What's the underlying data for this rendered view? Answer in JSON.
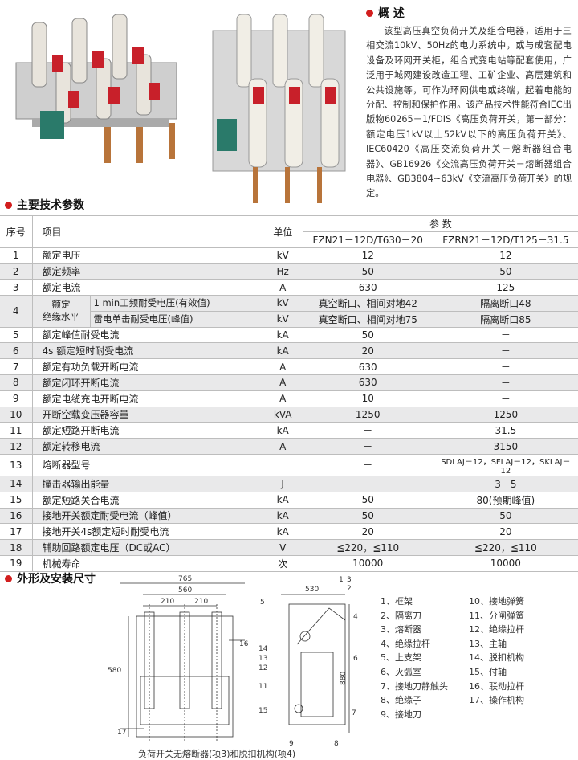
{
  "sections": {
    "overview_title": "概 述",
    "spec_title": "主要技术参数",
    "dimension_title": "外形及安装尺寸"
  },
  "overview_text": "该型高压真空负荷开关及组合电器，适用于三相交流10kV、50Hz的电力系统中，或与成套配电设备及环网开关柜，组合式变电站等配套使用，广泛用于城网建设改造工程、工矿企业、高层建筑和公共设施等，可作为环网供电或终端，起着电能的分配、控制和保护作用。该产品技术性能符合IEC出版物60265－1/FDIS《高压负荷开关，第一部分：额定电压1kV以上52kV以下的高压负荷开关》、IEC60420《高压交流负荷开关－熔断器组合电器》、GB16926《交流高压负荷开关－熔断器组合电器》、GB3804~63kV《交流高压负荷开关》的规定。",
  "table": {
    "headers": {
      "no": "序号",
      "item": "项目",
      "unit": "单位",
      "params": "参  数",
      "model1": "FZN21－12D/T630－20",
      "model2": "FZRN21－12D/T125－31.5"
    },
    "rows": [
      {
        "no": "1",
        "item": "额定电压",
        "unit": "kV",
        "v1": "12",
        "v2": "12"
      },
      {
        "no": "2",
        "item": "额定频率",
        "unit": "Hz",
        "v1": "50",
        "v2": "50"
      },
      {
        "no": "3",
        "item": "额定电流",
        "unit": "A",
        "v1": "630",
        "v2": "125"
      },
      {
        "no": "5",
        "item": "额定峰值耐受电流",
        "unit": "kA",
        "v1": "50",
        "v2": "－"
      },
      {
        "no": "6",
        "item": "4s 额定短时耐受电流",
        "unit": "kA",
        "v1": "20",
        "v2": "－"
      },
      {
        "no": "7",
        "item": "额定有功负载开断电流",
        "unit": "A",
        "v1": "630",
        "v2": "－"
      },
      {
        "no": "8",
        "item": "额定闭环开断电流",
        "unit": "A",
        "v1": "630",
        "v2": "－"
      },
      {
        "no": "9",
        "item": "额定电缆充电开断电流",
        "unit": "A",
        "v1": "10",
        "v2": "－"
      },
      {
        "no": "10",
        "item": "开断空载变压器容量",
        "unit": "kVA",
        "v1": "1250",
        "v2": "1250"
      },
      {
        "no": "11",
        "item": "额定短路开断电流",
        "unit": "kA",
        "v1": "－",
        "v2": "31.5"
      },
      {
        "no": "12",
        "item": "额定转移电流",
        "unit": "A",
        "v1": "－",
        "v2": "3150"
      },
      {
        "no": "13",
        "item": "熔断器型号",
        "unit": "",
        "v1": "－",
        "v2": "SDLAJ－12，SFLAJ－12，SKLAJ－12"
      },
      {
        "no": "14",
        "item": "撞击器输出能量",
        "unit": "J",
        "v1": "－",
        "v2": "3－5"
      },
      {
        "no": "15",
        "item": "额定短路关合电流",
        "unit": "kA",
        "v1": "50",
        "v2": "80(预期峰值)"
      },
      {
        "no": "16",
        "item": "接地开关额定耐受电流（峰值）",
        "unit": "kA",
        "v1": "50",
        "v2": "50"
      },
      {
        "no": "17",
        "item": "接地开关4s额定短时耐受电流",
        "unit": "kA",
        "v1": "20",
        "v2": "20"
      },
      {
        "no": "18",
        "item": "辅助回路额定电压（DC或AC）",
        "unit": "V",
        "v1": "≦220，≦110",
        "v2": "≦220，≦110"
      },
      {
        "no": "19",
        "item": "机械寿命",
        "unit": "次",
        "v1": "10000",
        "v2": "10000"
      }
    ],
    "row4": {
      "no": "4",
      "group": "额定\n绝缘水平",
      "sub1": "1 min工频耐受电压(有效值)",
      "sub1_unit": "kV",
      "sub1_v1": "真空断口、相间对地42",
      "sub1_v2": "隔离断口48",
      "sub2": "雷电单击耐受电压(峰值)",
      "sub2_unit": "kV",
      "sub2_v1": "真空断口、相间对地75",
      "sub2_v2": "隔离断口85"
    }
  },
  "drawing1": {
    "dims": {
      "d765": "765",
      "d560": "560",
      "d210a": "210",
      "d210b": "210",
      "d580": "580"
    },
    "callouts": [
      "16",
      "17"
    ]
  },
  "drawing2": {
    "dims": {
      "d530": "530",
      "d880": "880"
    },
    "callouts": [
      "1",
      "2",
      "3",
      "4",
      "5",
      "6",
      "11",
      "12",
      "13",
      "14",
      "15",
      "7",
      "8",
      "9"
    ]
  },
  "legend_left": [
    "1、框架",
    "2、隔离刀",
    "3、熔断器",
    "4、绝缘拉杆",
    "5、上支架",
    "6、灭弧室",
    "7、接地刀静触头",
    "8、绝缘子",
    "9、接地刀"
  ],
  "legend_right": [
    "10、接地弹簧",
    "11、分闸弹簧",
    "12、绝缘拉杆",
    "13、主轴",
    "14、脱扣机构",
    "15、付轴",
    "16、联动拉杆",
    "17、操作机构"
  ],
  "caption": "负荷开关无熔断器(项3)和脱扣机构(项4)",
  "colors": {
    "accent": "#d21e1e",
    "alt_row": "#e9e9ea",
    "line": "#bdbdbd"
  }
}
